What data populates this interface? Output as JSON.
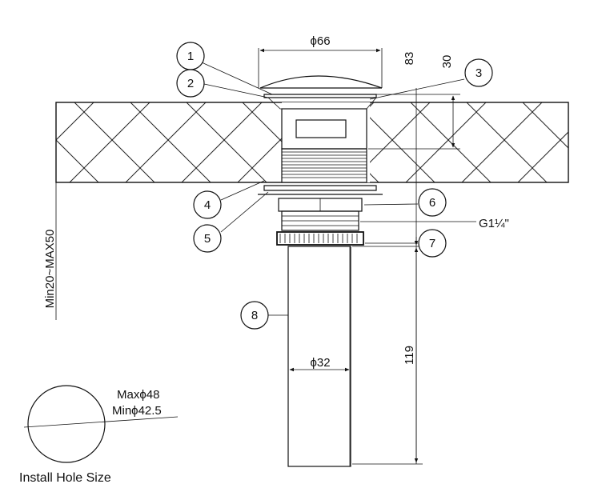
{
  "dimensions": {
    "cap_diameter": "ϕ66",
    "overall_height": "83",
    "top_height": "30",
    "thread_spec": "G1¼\"",
    "tail_length": "119",
    "tail_diameter": "ϕ32",
    "counter_thickness": "Min20~MAX50"
  },
  "callouts": [
    "1",
    "2",
    "3",
    "4",
    "5",
    "6",
    "7",
    "8"
  ],
  "install_hole": {
    "max": "Maxϕ48",
    "min": "Minϕ42.5",
    "caption": "Install Hole Size"
  }
}
